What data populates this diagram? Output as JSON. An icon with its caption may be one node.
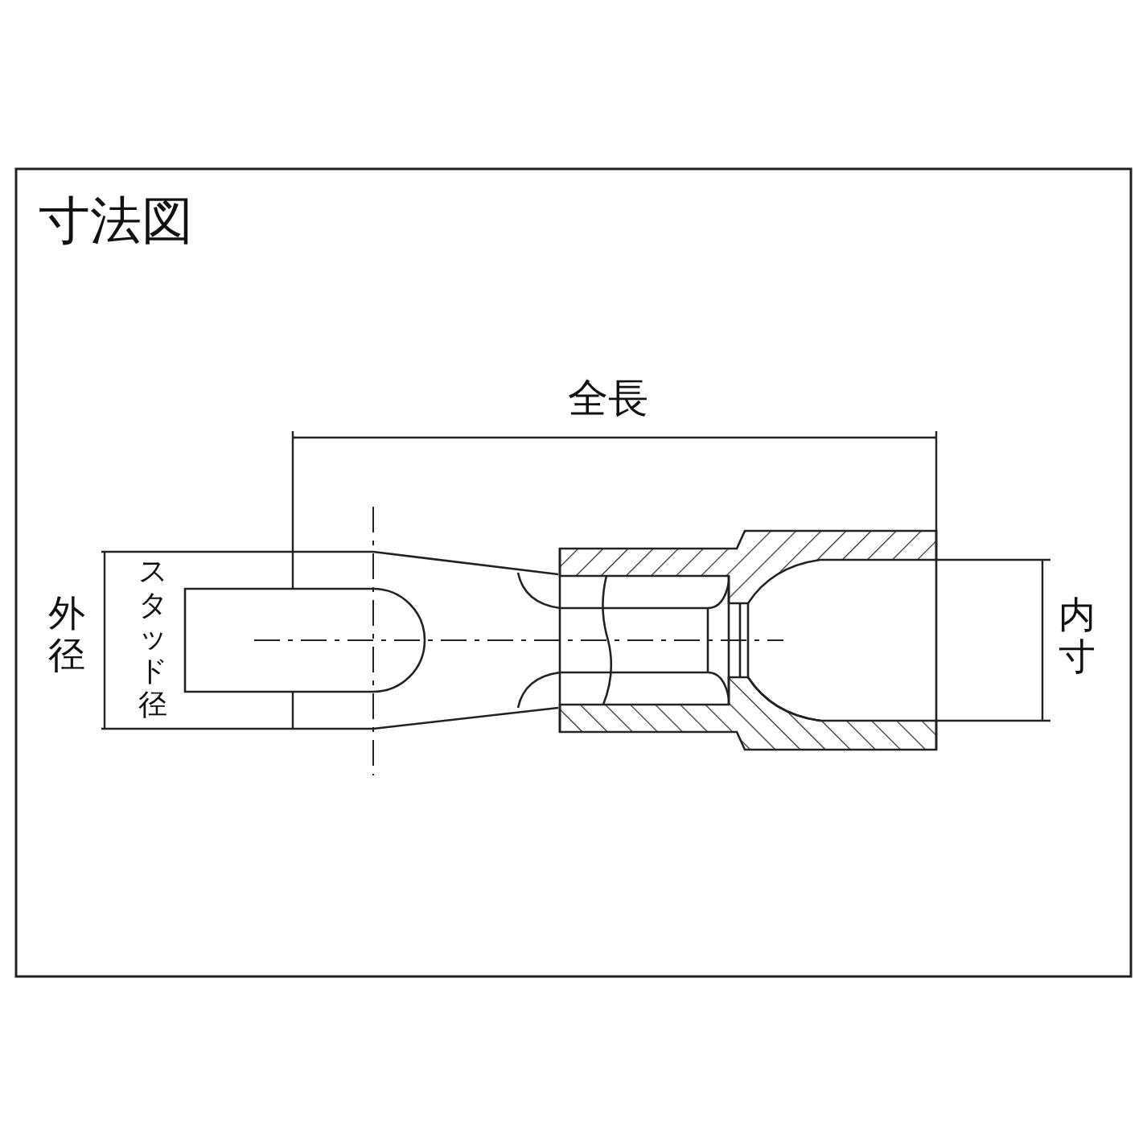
{
  "diagram": {
    "title": "寸法図",
    "labels": [
      "全長",
      "外径",
      "スタッド径",
      "内寸"
    ]
  }
}
